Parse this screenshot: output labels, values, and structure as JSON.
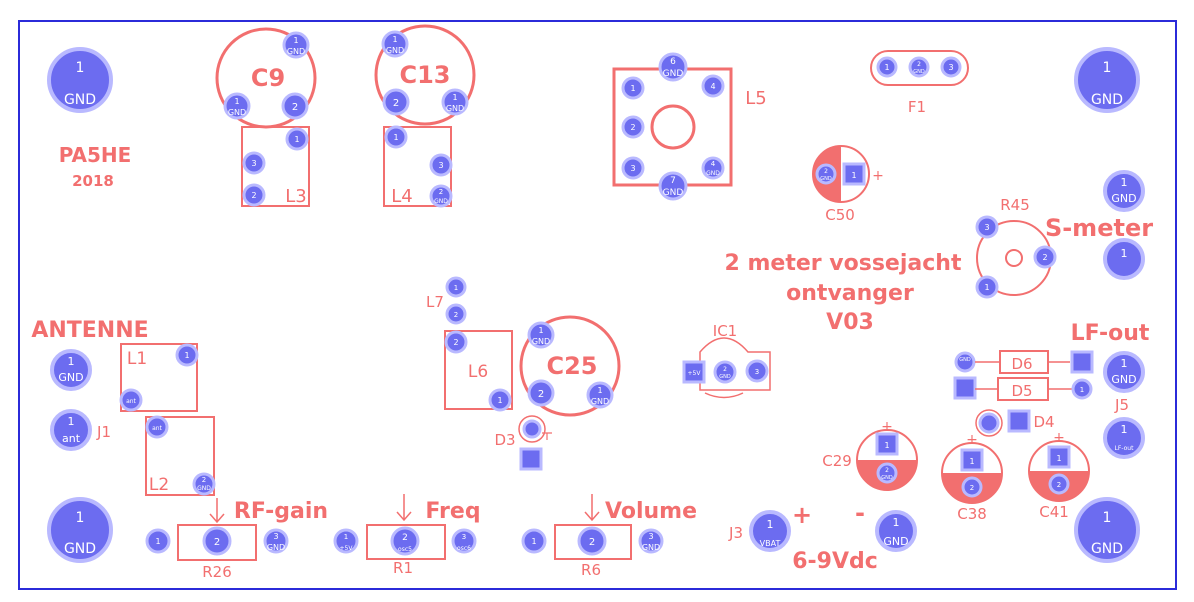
{
  "colors": {
    "outline": "#2b2bd9",
    "silk": "#f26f6f",
    "pad": "#6c6cf0",
    "pad_ring": "#b9b9ff",
    "pad_text": "#ffffff",
    "drill": "#ffffff",
    "small_drill_text": "#ffffff"
  },
  "labels": {
    "title_line1": "2 meter vossejacht",
    "title_line2": "ontvanger",
    "title_line3": "V03",
    "author": "PA5HE",
    "year": "2018",
    "antenne": "ANTENNE",
    "s_meter": "S-meter",
    "lf_out": "LF-out",
    "rf_gain": "RF-gain",
    "freq": "Freq",
    "volume": "Volume",
    "supply": "6-9Vdc",
    "plus": "+",
    "minus": "-",
    "c9": "C9",
    "c13": "C13",
    "c25": "C25",
    "l1": "L1",
    "l2": "L2",
    "l3": "L3",
    "l4": "L4",
    "l5": "L5",
    "l6": "L6",
    "l7": "L7",
    "f1": "F1",
    "c50": "C50",
    "r45": "R45",
    "ic1": "IC1",
    "d3": "D3",
    "d4": "D4",
    "d5": "D5",
    "d6": "D6",
    "j1": "J1",
    "j3": "J3",
    "j5": "J5",
    "c29": "C29",
    "c38": "C38",
    "c41": "C41",
    "r26": "R26",
    "r1": "R1",
    "r6": "R6"
  },
  "pad_text": {
    "one": "1",
    "two": "2",
    "three": "3",
    "four": "4",
    "six": "6",
    "seven": "7",
    "gnd": "GND",
    "ant": "ant",
    "lf_out": "LF-out",
    "vbat": "VBAT",
    "plus5v": "+5V",
    "osc5": "osc5",
    "osc6": "osc6"
  }
}
